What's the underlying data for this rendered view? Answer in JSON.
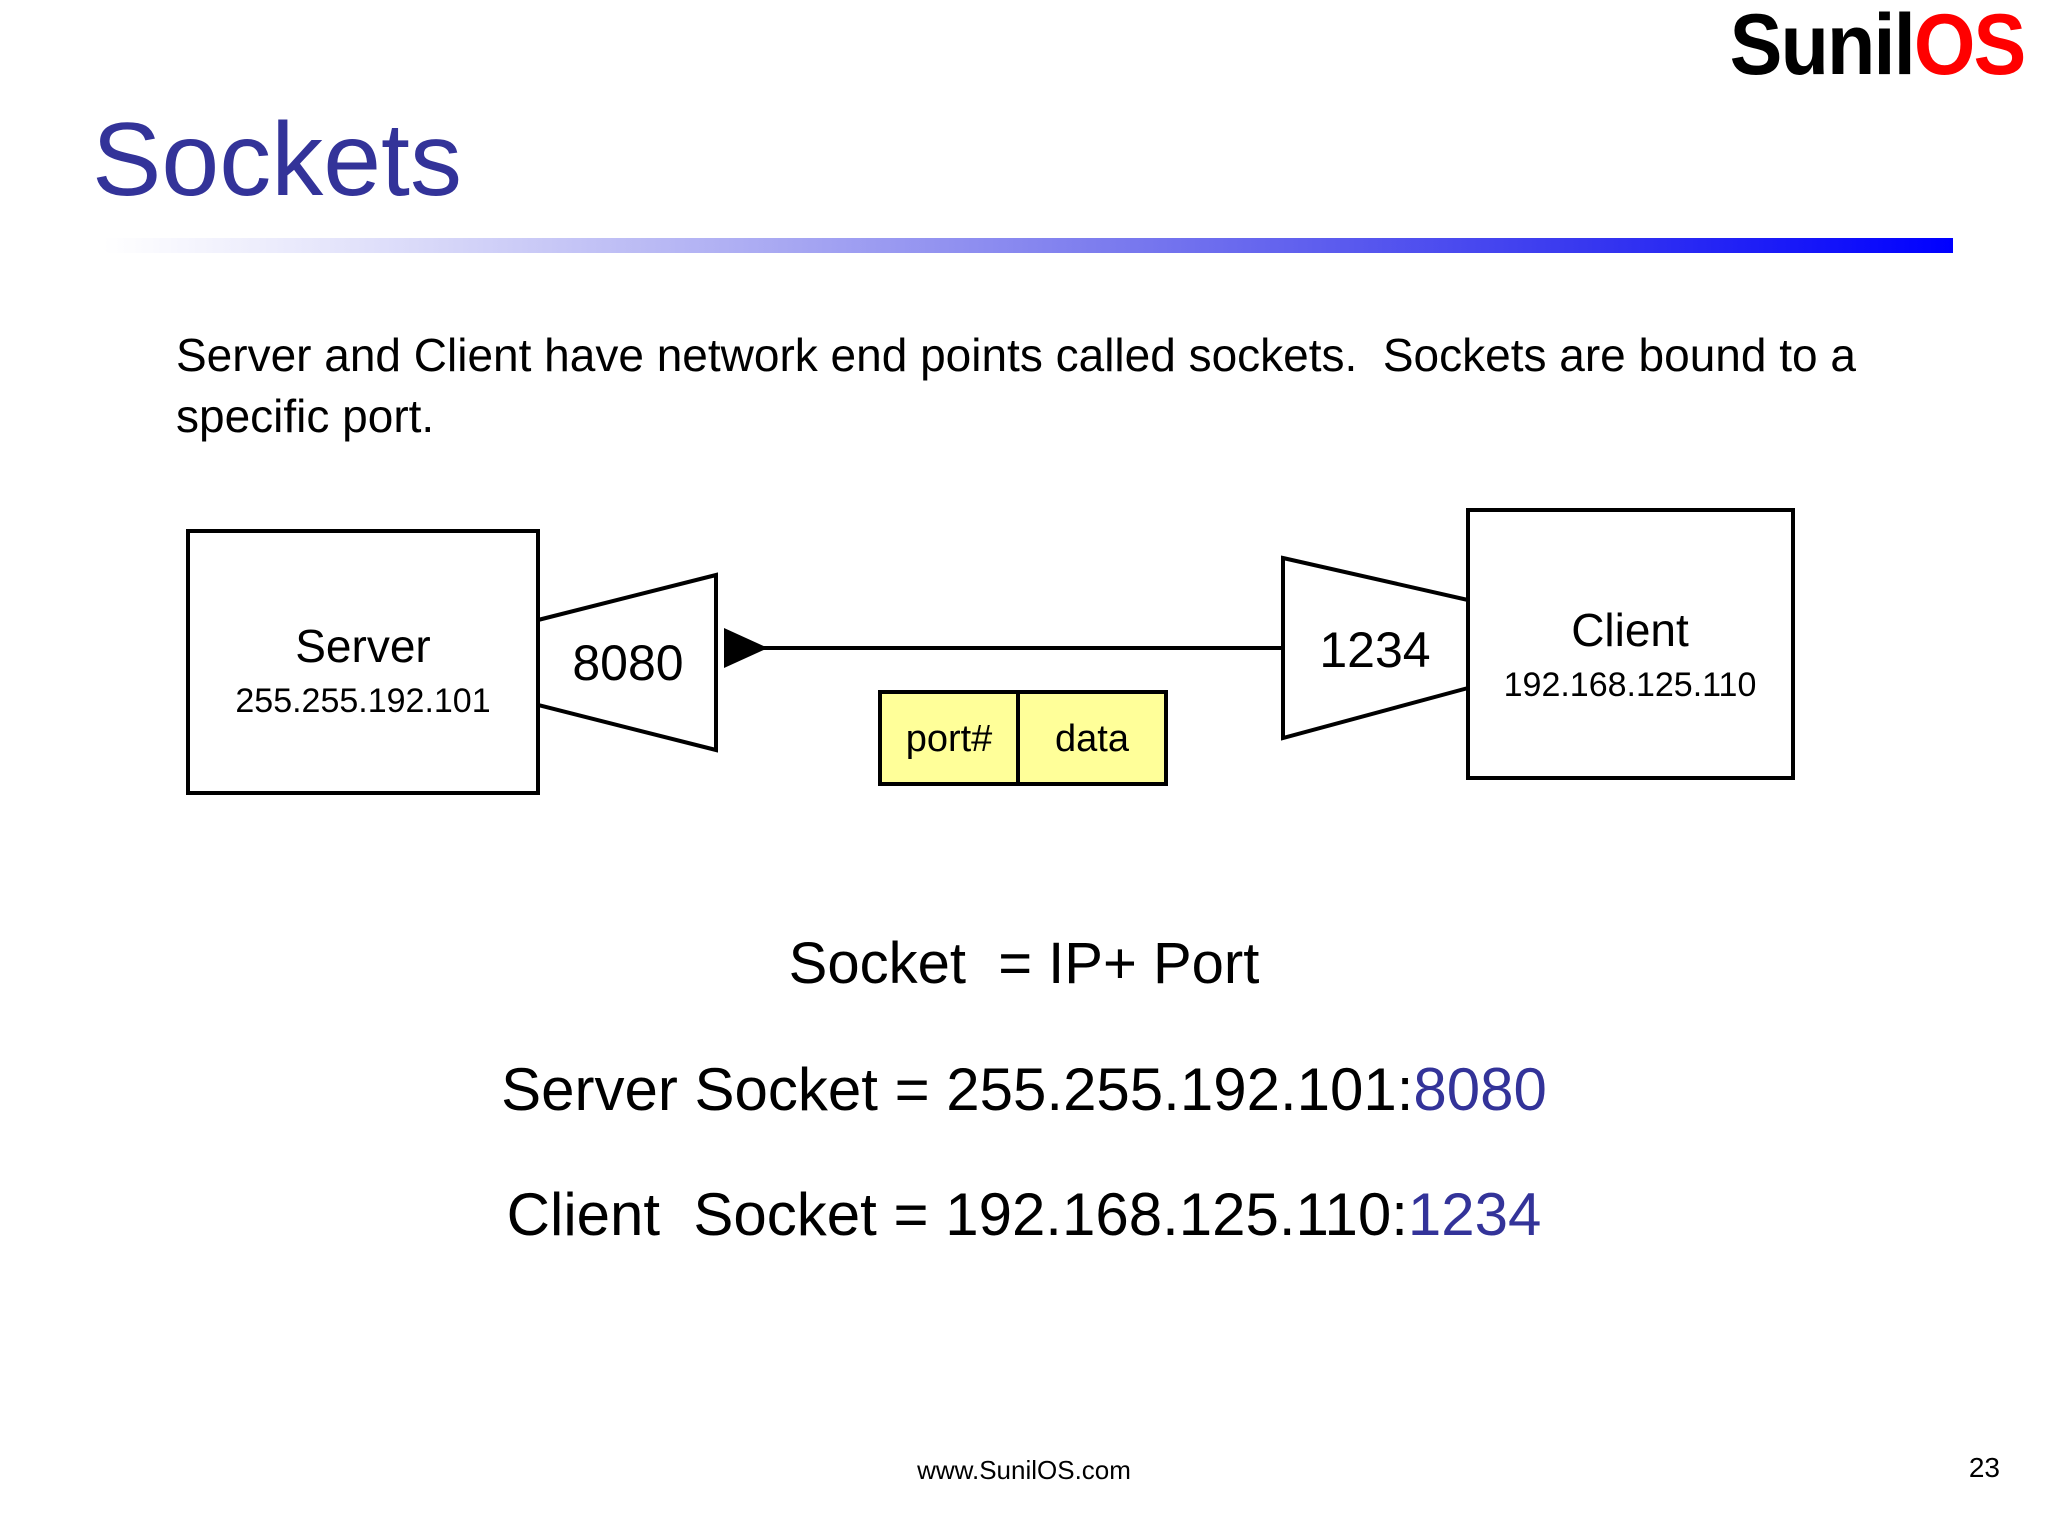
{
  "brand": {
    "part_black": "Sunil",
    "part_red": "OS",
    "red_hex": "#FF0000",
    "black_hex": "#000000"
  },
  "title": {
    "text": "Sockets",
    "color_hex": "#333399"
  },
  "rule": {
    "gradient_from_hex": "#FFFFFF",
    "gradient_to_hex": "#0000FF"
  },
  "body": {
    "paragraph": "Server and Client have network end points called sockets.  Sockets are bound to a specific port."
  },
  "diagram": {
    "server": {
      "title": "Server",
      "ip": "255.255.192.101",
      "port": "8080"
    },
    "client": {
      "title": "Client",
      "ip": "192.168.125.110",
      "port": "1234"
    },
    "packet": {
      "cell_1": "port#",
      "cell_2": "data",
      "fill_hex": "#FFFF99",
      "stroke_hex": "#000000"
    },
    "arrow": {
      "direction": "right-to-left",
      "from": "client",
      "to": "server"
    }
  },
  "equations": {
    "socket_def": "Socket  = IP+ Port",
    "server_label": "Server Socket = 255.255.192.101:",
    "server_port": "8080",
    "client_label": "Client  Socket = 192.168.125.110:",
    "client_port": "1234",
    "accent_hex": "#333399"
  },
  "footer": {
    "url": "www.SunilOS.com",
    "page_number": "23"
  }
}
